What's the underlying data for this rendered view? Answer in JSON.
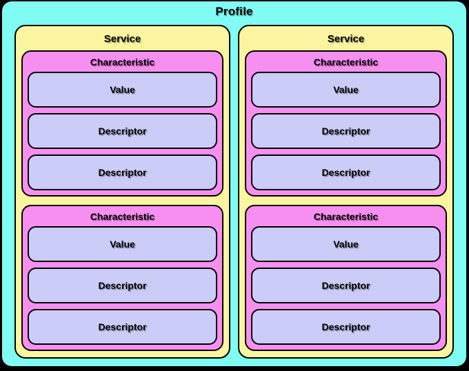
{
  "diagram": {
    "title": "Profile",
    "colors": {
      "background": "#000000",
      "profile": "#80FCF5",
      "service": "#FBF5A0",
      "characteristic": "#F78FF0",
      "attribute": "#CCCCF8",
      "border": "#000000",
      "text": "#000000"
    },
    "services": [
      {
        "label": "Service",
        "characteristics": [
          {
            "label": "Characteristic",
            "attributes": [
              {
                "label": "Value"
              },
              {
                "label": "Descriptor"
              },
              {
                "label": "Descriptor"
              }
            ]
          },
          {
            "label": "Characteristic",
            "attributes": [
              {
                "label": "Value"
              },
              {
                "label": "Descriptor"
              },
              {
                "label": "Descriptor"
              }
            ]
          }
        ]
      },
      {
        "label": "Service",
        "characteristics": [
          {
            "label": "Characteristic",
            "attributes": [
              {
                "label": "Value"
              },
              {
                "label": "Descriptor"
              },
              {
                "label": "Descriptor"
              }
            ]
          },
          {
            "label": "Characteristic",
            "attributes": [
              {
                "label": "Value"
              },
              {
                "label": "Descriptor"
              },
              {
                "label": "Descriptor"
              }
            ]
          }
        ]
      }
    ]
  }
}
